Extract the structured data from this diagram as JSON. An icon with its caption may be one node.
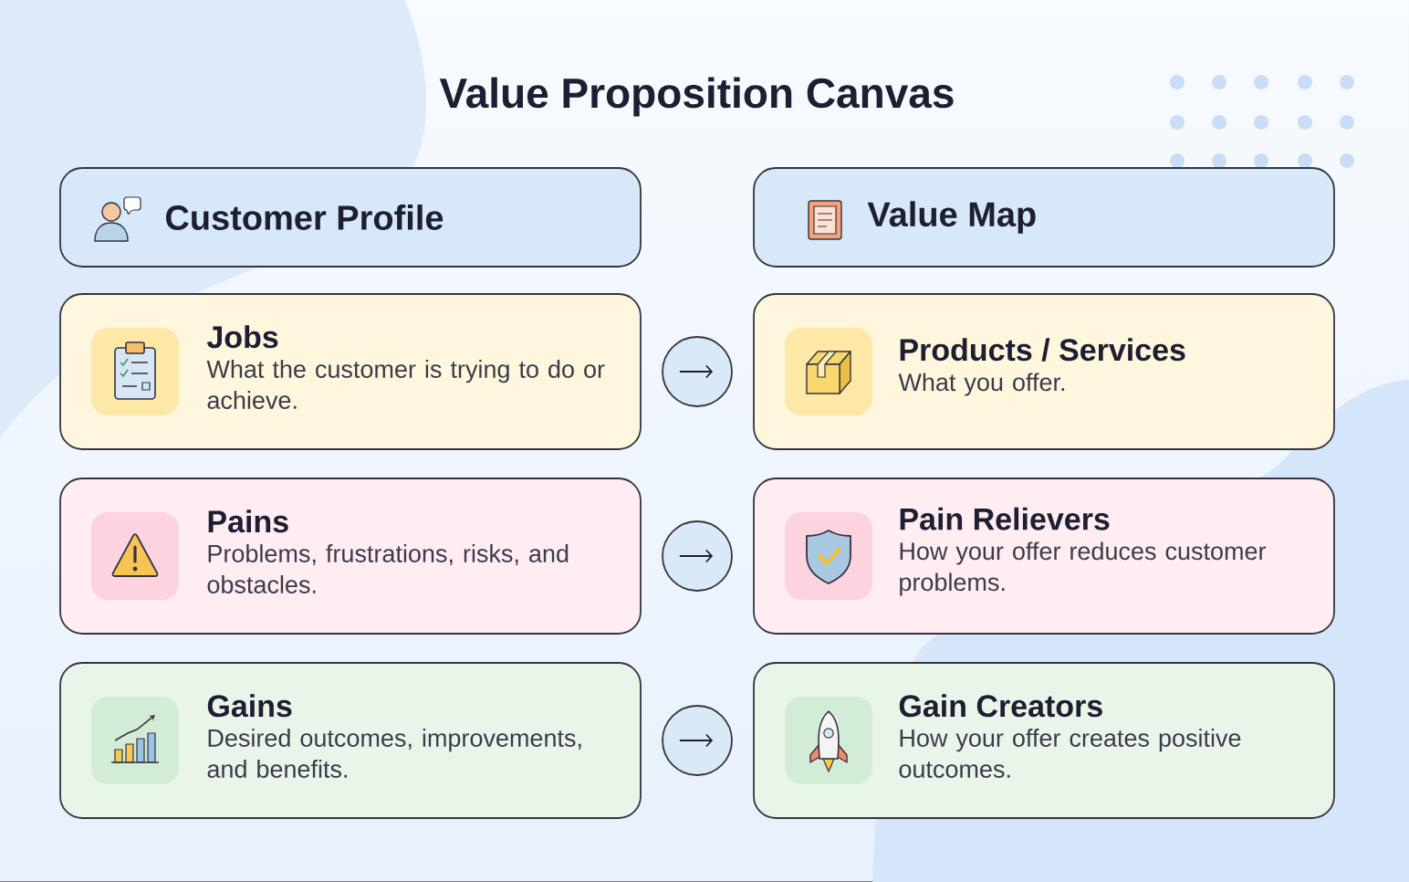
{
  "diagram": {
    "title": "Value Proposition Canvas",
    "nodes": [
      {
        "text": [
          "Customer Profile"
        ]
      },
      {
        "text": [
          "Value Map"
        ]
      },
      {
        "text": [
          "Jobs",
          "What the customer is trying to do or achieve."
        ]
      },
      {
        "text": [
          "Products / Services",
          "What you offer."
        ]
      },
      {
        "text": [
          "Pains",
          "Problems, frustrations, risks, and obstacles."
        ]
      },
      {
        "text": [
          "Pain Relievers",
          "How your offer reduces customer problems."
        ]
      },
      {
        "text": [
          "Gains",
          "Desired outcomes, improvements, and benefits."
        ]
      },
      {
        "text": [
          "Gain Creators",
          "How your offer creates positive outcomes."
        ]
      }
    ],
    "edges": [
      {
        "from": 2,
        "to": 3,
        "arrow": "to"
      },
      {
        "from": 4,
        "to": 5,
        "arrow": "to"
      },
      {
        "from": 6,
        "to": 7,
        "arrow": "to"
      }
    ]
  }
}
